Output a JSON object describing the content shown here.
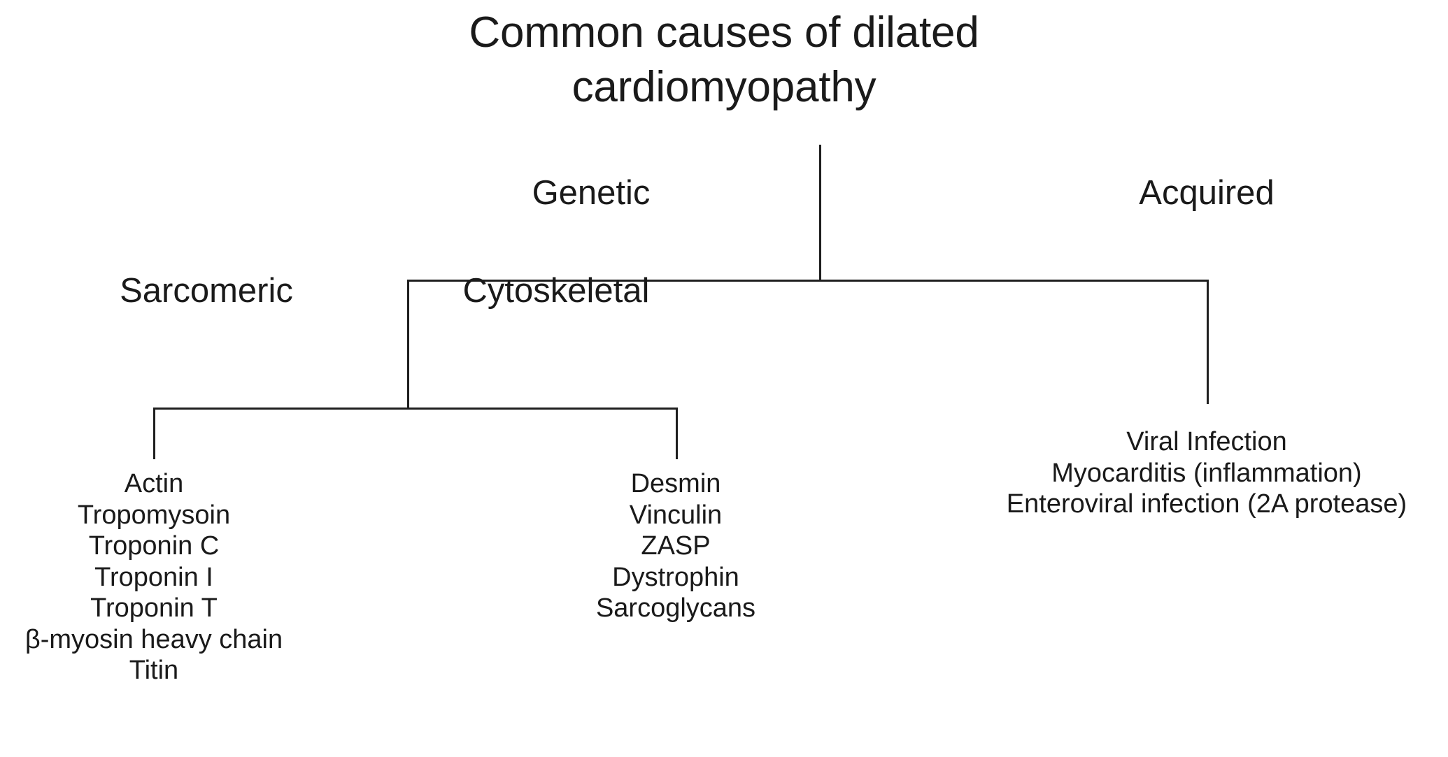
{
  "diagram": {
    "type": "hierarchical-tree",
    "background_color": "#ffffff",
    "line_color": "#1f1f1f",
    "text_color": "#1a1a1a",
    "title": {
      "line1": "Common causes of dilated",
      "line2": "cardiomyopathy"
    },
    "level1": [
      {
        "label": "Genetic"
      },
      {
        "label": "Acquired"
      }
    ],
    "level2": [
      {
        "label": "Sarcomeric"
      },
      {
        "label": "Cytoskeletal"
      }
    ],
    "leaves": {
      "sarcomeric": [
        "Actin",
        "Tropomysoin",
        "Troponin C",
        "Troponin I",
        "Troponin T",
        "β-myosin heavy chain",
        "Titin"
      ],
      "cytoskeletal": [
        "Desmin",
        "Vinculin",
        "ZASP",
        "Dystrophin",
        "Sarcoglycans"
      ],
      "acquired": [
        "Viral Infection",
        "Myocarditis (inflammation)",
        "Enteroviral infection (2A protease)"
      ]
    }
  }
}
